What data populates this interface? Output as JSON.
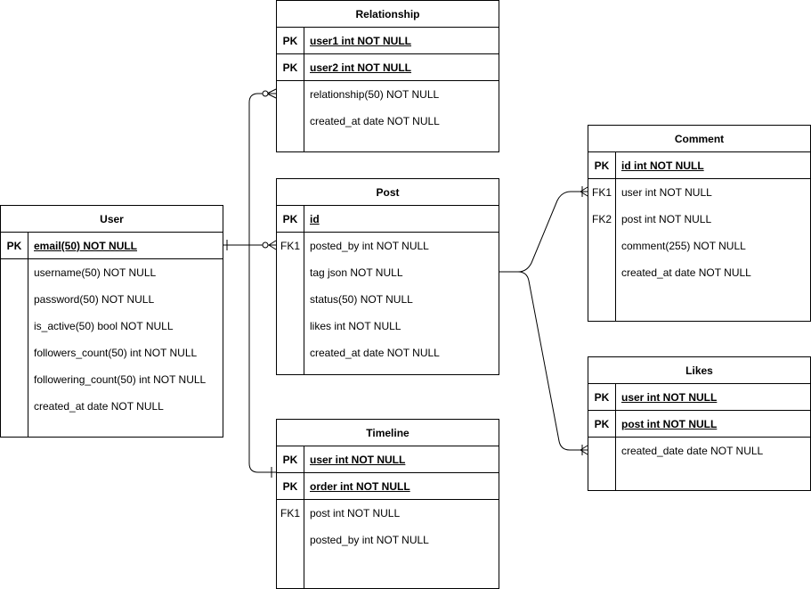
{
  "entities": {
    "relationship": {
      "title": "Relationship",
      "pk_rows": [
        {
          "key": "PK",
          "field": "user1 int NOT NULL"
        },
        {
          "key": "PK",
          "field": "user2 int NOT NULL"
        }
      ],
      "rows": [
        {
          "key": "",
          "field": "relationship(50) NOT NULL"
        },
        {
          "key": "",
          "field": "created_at date NOT NULL"
        }
      ]
    },
    "user": {
      "title": "User",
      "pk_rows": [
        {
          "key": "PK",
          "field": "email(50) NOT NULL"
        }
      ],
      "rows": [
        {
          "key": "",
          "field": "username(50) NOT NULL"
        },
        {
          "key": "",
          "field": "password(50) NOT NULL"
        },
        {
          "key": "",
          "field": "is_active(50) bool NOT NULL"
        },
        {
          "key": "",
          "field": "followers_count(50) int NOT NULL"
        },
        {
          "key": "",
          "field": "followering_count(50) int NOT NULL"
        },
        {
          "key": "",
          "field": "created_at date NOT NULL"
        }
      ]
    },
    "post": {
      "title": "Post",
      "pk_rows": [
        {
          "key": "PK",
          "field": "id"
        }
      ],
      "rows": [
        {
          "key": "FK1",
          "field": "posted_by int NOT NULL"
        },
        {
          "key": "",
          "field": "tag json NOT NULL"
        },
        {
          "key": "",
          "field": "status(50) NOT NULL"
        },
        {
          "key": "",
          "field": "likes int NOT NULL"
        },
        {
          "key": "",
          "field": "created_at date NOT NULL"
        }
      ]
    },
    "timeline": {
      "title": "Timeline",
      "pk_rows": [
        {
          "key": "PK",
          "field": "user int NOT NULL"
        },
        {
          "key": "PK",
          "field": "order int NOT NULL"
        }
      ],
      "rows": [
        {
          "key": "FK1",
          "field": "post int NOT NULL"
        },
        {
          "key": "",
          "field": "posted_by int NOT NULL"
        }
      ]
    },
    "comment": {
      "title": "Comment",
      "pk_rows": [
        {
          "key": "PK",
          "field": "id int NOT NULL"
        }
      ],
      "rows": [
        {
          "key": "FK1",
          "field": "user int NOT NULL"
        },
        {
          "key": "FK2",
          "field": "post int NOT NULL"
        },
        {
          "key": "",
          "field": "comment(255) NOT NULL"
        },
        {
          "key": "",
          "field": "created_at date NOT NULL"
        }
      ]
    },
    "likes": {
      "title": "Likes",
      "pk_rows": [
        {
          "key": "PK",
          "field": "user int NOT NULL"
        },
        {
          "key": "PK",
          "field": "post int NOT NULL"
        }
      ],
      "rows": [
        {
          "key": "",
          "field": "created_date date NOT NULL"
        }
      ]
    }
  }
}
